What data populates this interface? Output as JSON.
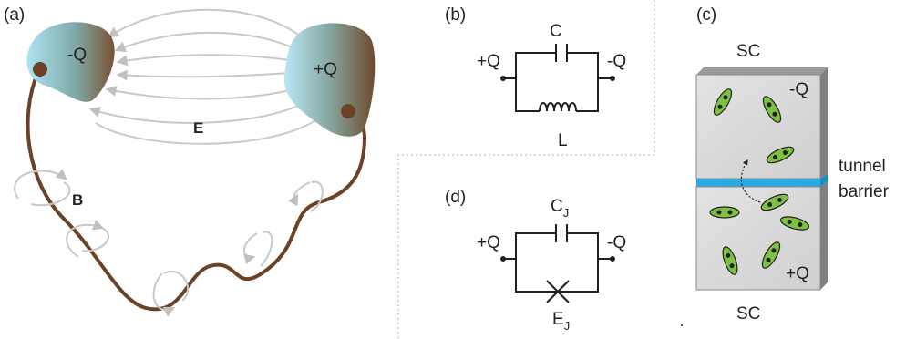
{
  "panel_a": {
    "label": "(a)",
    "left_plate_charge": "-Q",
    "right_plate_charge": "+Q",
    "electric_field_label": "E",
    "magnetic_field_label": "B"
  },
  "panel_b": {
    "label": "(b)",
    "capacitor_label": "C",
    "inductor_label": "L",
    "left_terminal": "+Q",
    "right_terminal": "-Q"
  },
  "panel_c": {
    "label": "(c)",
    "top_electrode": "SC",
    "bottom_electrode": "SC",
    "top_charge": "-Q",
    "bottom_charge": "+Q",
    "barrier_line1": "tunnel",
    "barrier_line2": "barrier"
  },
  "panel_d": {
    "label": "(d)",
    "capacitor_label": "C",
    "capacitor_subscript": "J",
    "junction_label": "E",
    "junction_subscript": "J",
    "left_terminal": "+Q",
    "right_terminal": "-Q"
  },
  "colors": {
    "plate_light": "#a8dff0",
    "plate_dark": "#7a5638",
    "wire": "#6b4226",
    "field": "#c9c9c9",
    "barrier": "#29abe2",
    "pair_fill": "#7dc142",
    "electrode": "#d8d8d8"
  }
}
